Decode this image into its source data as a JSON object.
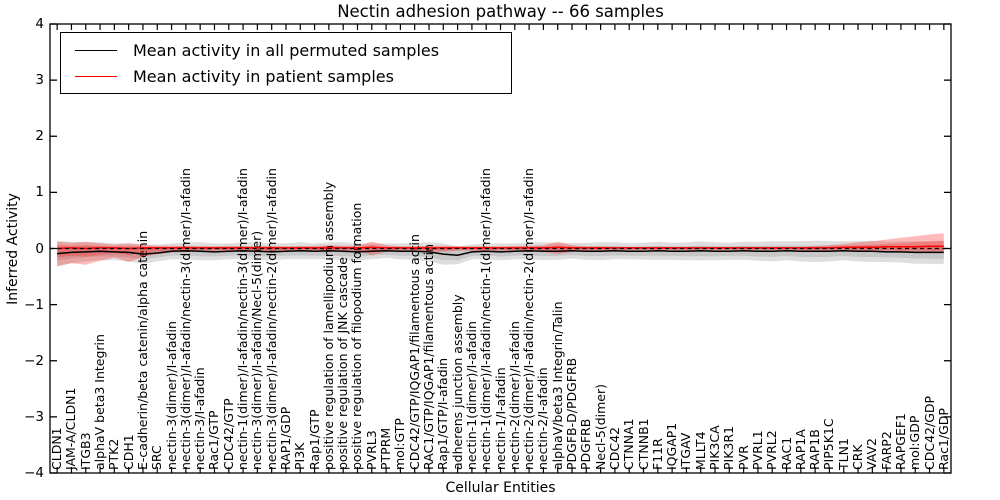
{
  "title": "Nectin adhesion pathway -- 66 samples",
  "axis": {
    "xlabel": "Cellular Entities",
    "ylabel": "Inferred Activity",
    "ytick_labels": [
      "4",
      "3",
      "2",
      "1",
      "0",
      "−1",
      "−2",
      "−3",
      "−4"
    ],
    "ytick_values": [
      4,
      3,
      2,
      1,
      0,
      -1,
      -2,
      -3,
      -4
    ],
    "ylim": [
      -4,
      4
    ],
    "grid": false
  },
  "legend": {
    "position": "upper left",
    "entries": [
      {
        "label": "Mean activity in all permuted samples",
        "color": "#000000"
      },
      {
        "label": "Mean activity in patient samples",
        "color": "#ff0000"
      }
    ]
  },
  "colors": {
    "permuted_line": "#000000",
    "patient_line": "#ff0000",
    "permuted_band": "rgba(0,0,0,0.13)",
    "permuted_band_inner": "rgba(0,0,0,0.10)",
    "patient_band": "rgba(255,0,0,0.27)",
    "patient_band_inner": "rgba(255,0,0,0.22)",
    "baseline": "#000000",
    "axis": "#000000"
  },
  "chart_data": {
    "type": "line",
    "title": "Nectin adhesion pathway -- 66 samples",
    "xlabel": "Cellular Entities",
    "ylabel": "Inferred Activity",
    "ylim": [
      -4,
      4
    ],
    "grid": false,
    "legend_position": "upper left",
    "baseline": 0,
    "categories": [
      "CLDN1",
      "JAM-A/CLDN1",
      "ITGB3",
      "alphaV beta3 Integrin",
      "PTK2",
      "CDH1",
      "E-cadherin/beta catenin/alpha catenin",
      "SRC",
      "nectin-3(dimer)/I-afadin",
      "nectin-3(dimer)/I-afadin/nectin-3(dimer)/I-afadin",
      "nectin-3/I-afadin",
      "Rac1/GTP",
      "CDC42/GTP",
      "nectin-1(dimer)/I-afadin/nectin-3(dimer)/I-afadin",
      "nectin-3(dimer)/I-afadin/Necl-5(dimer)",
      "nectin-3(dimer)/I-afadin/nectin-2(dimer)/I-afadin",
      "RAP1/GDP",
      "PI3K",
      "Rap1/GTP",
      "positive regulation of lamellipodium assembly",
      "positive regulation of JNK cascade",
      "positive regulation of filopodium formation",
      "PVRL3",
      "PTPRM",
      "mol:GTP",
      "CDC42/GTP/IQGAP1/filamentous actin",
      "RAC1/GTP/IQGAP1/filamentous actin",
      "Rap1/GTP/I-afadin",
      "adherens junction assembly",
      "nectin-1(dimer)/I-afadin",
      "nectin-1(dimer)/I-afadin/nectin-1(dimer)/I-afadin",
      "nectin-1/I-afadin",
      "nectin-2(dimer)/I-afadin",
      "nectin-2(dimer)/I-afadin/nectin-2(dimer)/I-afadin",
      "nectin-2/I-afadin",
      "alphaV/beta3 Integrin/Talin",
      "PDGFB-D/PDGFRB",
      "PDGFRB",
      "Necl-5(dimer)",
      "CDC42",
      "CTNNA1",
      "CTNNB1",
      "F11R",
      "IQGAP1",
      "ITGAV",
      "MLLT4",
      "PIK3CA",
      "PIK3R1",
      "PVR",
      "PVRL1",
      "PVRL2",
      "RAC1",
      "RAP1A",
      "RAP1B",
      "PIP5K1C",
      "TLN1",
      "CRK",
      "VAV2",
      "FARP2",
      "RAPGEF1",
      "mol:GDP",
      "CDC42/GDP",
      "Rac1/GDP"
    ],
    "series": [
      {
        "name": "Mean activity in all permuted samples",
        "role": "permuted_mean_line",
        "color": "#000000",
        "values": [
          -0.09,
          -0.07,
          -0.06,
          -0.05,
          -0.06,
          -0.07,
          -0.1,
          -0.08,
          -0.05,
          -0.04,
          -0.05,
          -0.06,
          -0.05,
          -0.04,
          -0.05,
          -0.06,
          -0.05,
          -0.04,
          -0.05,
          -0.04,
          -0.05,
          -0.06,
          -0.05,
          -0.04,
          -0.05,
          -0.05,
          -0.06,
          -0.1,
          -0.12,
          -0.06,
          -0.05,
          -0.06,
          -0.05,
          -0.04,
          -0.05,
          -0.05,
          -0.04,
          -0.05,
          -0.05,
          -0.04,
          -0.05,
          -0.05,
          -0.04,
          -0.05,
          -0.05,
          -0.04,
          -0.05,
          -0.05,
          -0.04,
          -0.05,
          -0.05,
          -0.04,
          -0.05,
          -0.05,
          -0.05,
          -0.04,
          -0.05,
          -0.05,
          -0.06,
          -0.06,
          -0.07,
          -0.07,
          -0.07
        ]
      },
      {
        "name": "Permuted samples band half-width (std)",
        "role": "permuted_band_halfwidth",
        "values": [
          0.22,
          0.19,
          0.17,
          0.16,
          0.15,
          0.16,
          0.17,
          0.15,
          0.14,
          0.15,
          0.16,
          0.15,
          0.14,
          0.15,
          0.16,
          0.15,
          0.14,
          0.15,
          0.14,
          0.15,
          0.16,
          0.15,
          0.14,
          0.13,
          0.14,
          0.15,
          0.17,
          0.19,
          0.16,
          0.13,
          0.14,
          0.15,
          0.14,
          0.15,
          0.16,
          0.15,
          0.14,
          0.15,
          0.16,
          0.15,
          0.14,
          0.15,
          0.16,
          0.15,
          0.16,
          0.17,
          0.16,
          0.15,
          0.16,
          0.17,
          0.18,
          0.17,
          0.18,
          0.19,
          0.18,
          0.17,
          0.18,
          0.19,
          0.18,
          0.19,
          0.2,
          0.2,
          0.21
        ]
      },
      {
        "name": "Mean activity in patient samples",
        "role": "patient_mean_line",
        "color": "#ff0000",
        "values": [
          0.0,
          0.01,
          0.0,
          0.01,
          0.01,
          0.0,
          0.01,
          0.01,
          0.01,
          0.01,
          0.01,
          0.01,
          0.01,
          0.01,
          0.01,
          0.01,
          0.01,
          0.01,
          0.01,
          0.01,
          0.01,
          0.01,
          0.02,
          0.01,
          0.01,
          0.01,
          0.01,
          0.01,
          0.01,
          0.01,
          0.01,
          0.01,
          0.01,
          0.01,
          0.01,
          0.02,
          0.01,
          0.01,
          0.01,
          0.01,
          0.01,
          0.01,
          0.01,
          0.01,
          0.01,
          0.01,
          0.01,
          0.01,
          0.01,
          0.01,
          0.01,
          0.01,
          0.01,
          0.01,
          0.01,
          0.02,
          0.02,
          0.02,
          0.03,
          0.03,
          0.03,
          0.04,
          0.04
        ]
      },
      {
        "name": "Patient samples band upper",
        "role": "patient_band_upper",
        "values": [
          0.13,
          0.1,
          0.12,
          0.09,
          0.07,
          0.09,
          0.07,
          0.05,
          0.05,
          0.05,
          0.04,
          0.04,
          0.05,
          0.04,
          0.04,
          0.05,
          0.04,
          0.04,
          0.05,
          0.06,
          0.05,
          0.05,
          0.12,
          0.06,
          0.04,
          0.04,
          0.05,
          0.05,
          0.04,
          0.04,
          0.04,
          0.04,
          0.05,
          0.05,
          0.06,
          0.12,
          0.06,
          0.04,
          0.04,
          0.03,
          0.03,
          0.03,
          0.03,
          0.03,
          0.03,
          0.03,
          0.03,
          0.03,
          0.03,
          0.03,
          0.03,
          0.03,
          0.03,
          0.04,
          0.06,
          0.08,
          0.11,
          0.13,
          0.16,
          0.19,
          0.22,
          0.25,
          0.27
        ]
      },
      {
        "name": "Patient samples band lower",
        "role": "patient_band_lower",
        "values": [
          -0.32,
          -0.26,
          -0.29,
          -0.22,
          -0.16,
          -0.24,
          -0.15,
          -0.1,
          -0.07,
          -0.06,
          -0.05,
          -0.05,
          -0.05,
          -0.05,
          -0.05,
          -0.06,
          -0.05,
          -0.04,
          -0.05,
          -0.06,
          -0.05,
          -0.05,
          -0.12,
          -0.06,
          -0.04,
          -0.05,
          -0.06,
          -0.06,
          -0.04,
          -0.04,
          -0.05,
          -0.04,
          -0.04,
          -0.05,
          -0.06,
          -0.1,
          -0.06,
          -0.04,
          -0.04,
          -0.04,
          -0.03,
          -0.03,
          -0.03,
          -0.03,
          -0.03,
          -0.03,
          -0.03,
          -0.03,
          -0.03,
          -0.03,
          -0.03,
          -0.03,
          -0.04,
          -0.04,
          -0.04,
          -0.04,
          -0.05,
          -0.05,
          -0.05,
          -0.06,
          -0.06,
          -0.07,
          -0.07
        ]
      }
    ]
  }
}
